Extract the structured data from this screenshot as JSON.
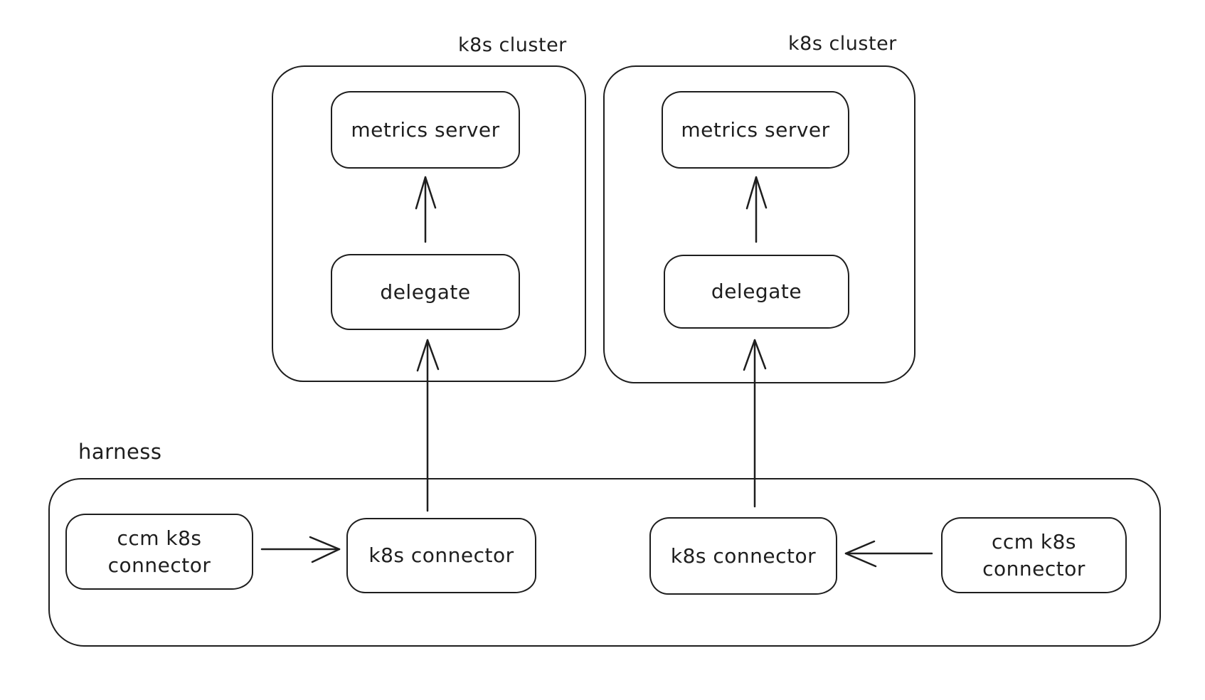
{
  "colors": {
    "stroke": "#1e1e1e",
    "background": "#ffffff"
  },
  "clusters": [
    {
      "label": "k8s cluster",
      "metrics_server": "metrics server",
      "delegate": "delegate"
    },
    {
      "label": "k8s cluster",
      "metrics_server": "metrics server",
      "delegate": "delegate"
    }
  ],
  "harness": {
    "label": "harness",
    "left": {
      "ccm_connector": "ccm k8s\nconnector",
      "k8s_connector": "k8s connector"
    },
    "right": {
      "ccm_connector": "ccm k8s\nconnector",
      "k8s_connector": "k8s connector"
    }
  },
  "arrows": [
    {
      "name": "delegate-to-metrics-server-left"
    },
    {
      "name": "delegate-to-metrics-server-right"
    },
    {
      "name": "k8s-connector-to-delegate-left"
    },
    {
      "name": "k8s-connector-to-delegate-right"
    },
    {
      "name": "ccm-connector-to-k8s-connector-left"
    },
    {
      "name": "ccm-connector-to-k8s-connector-right"
    }
  ]
}
